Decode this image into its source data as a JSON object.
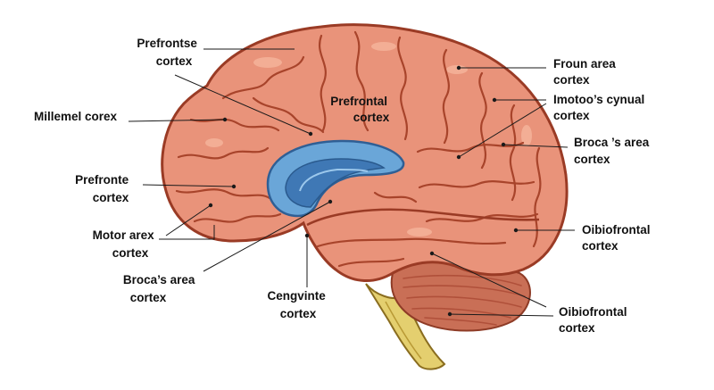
{
  "labels": {
    "prefrontse_cortex": [
      "Prefrontse",
      "cortex"
    ],
    "millemel_corex": [
      "Millemel corex"
    ],
    "prefronte_cortex": [
      "Prefronte",
      "cortex"
    ],
    "motor_arex_cortex": [
      "Motor arex",
      "cortex"
    ],
    "brocas_area_left": [
      "Broca’s area",
      "cortex"
    ],
    "cengvinte_cortex": [
      "Cengvinte",
      "cortex"
    ],
    "prefrontal_cortex": [
      "Prefrontal",
      "cortex"
    ],
    "froun_area_cortex": [
      "Froun area",
      "cortex"
    ],
    "imotoos_cynual_cortex": [
      "Imotoo’s cynual",
      "cortex"
    ],
    "brocas_area_right": [
      "Broca ’s area",
      "cortex"
    ],
    "oibiofrontal_cortex_upper": [
      "Oibiofrontal",
      "cortex"
    ],
    "oibiofrontal_cortex_lower": [
      "Oibiofrontal",
      "cortex"
    ]
  },
  "colors": {
    "cortex_fill": "#e9937a",
    "cortex_outline": "#9a3b25",
    "corpus_callosum": "#6aa6d8",
    "corpus_callosum_dark": "#3f78b5",
    "cerebellum": "#c96f56",
    "brainstem": "#e4cf6f"
  }
}
